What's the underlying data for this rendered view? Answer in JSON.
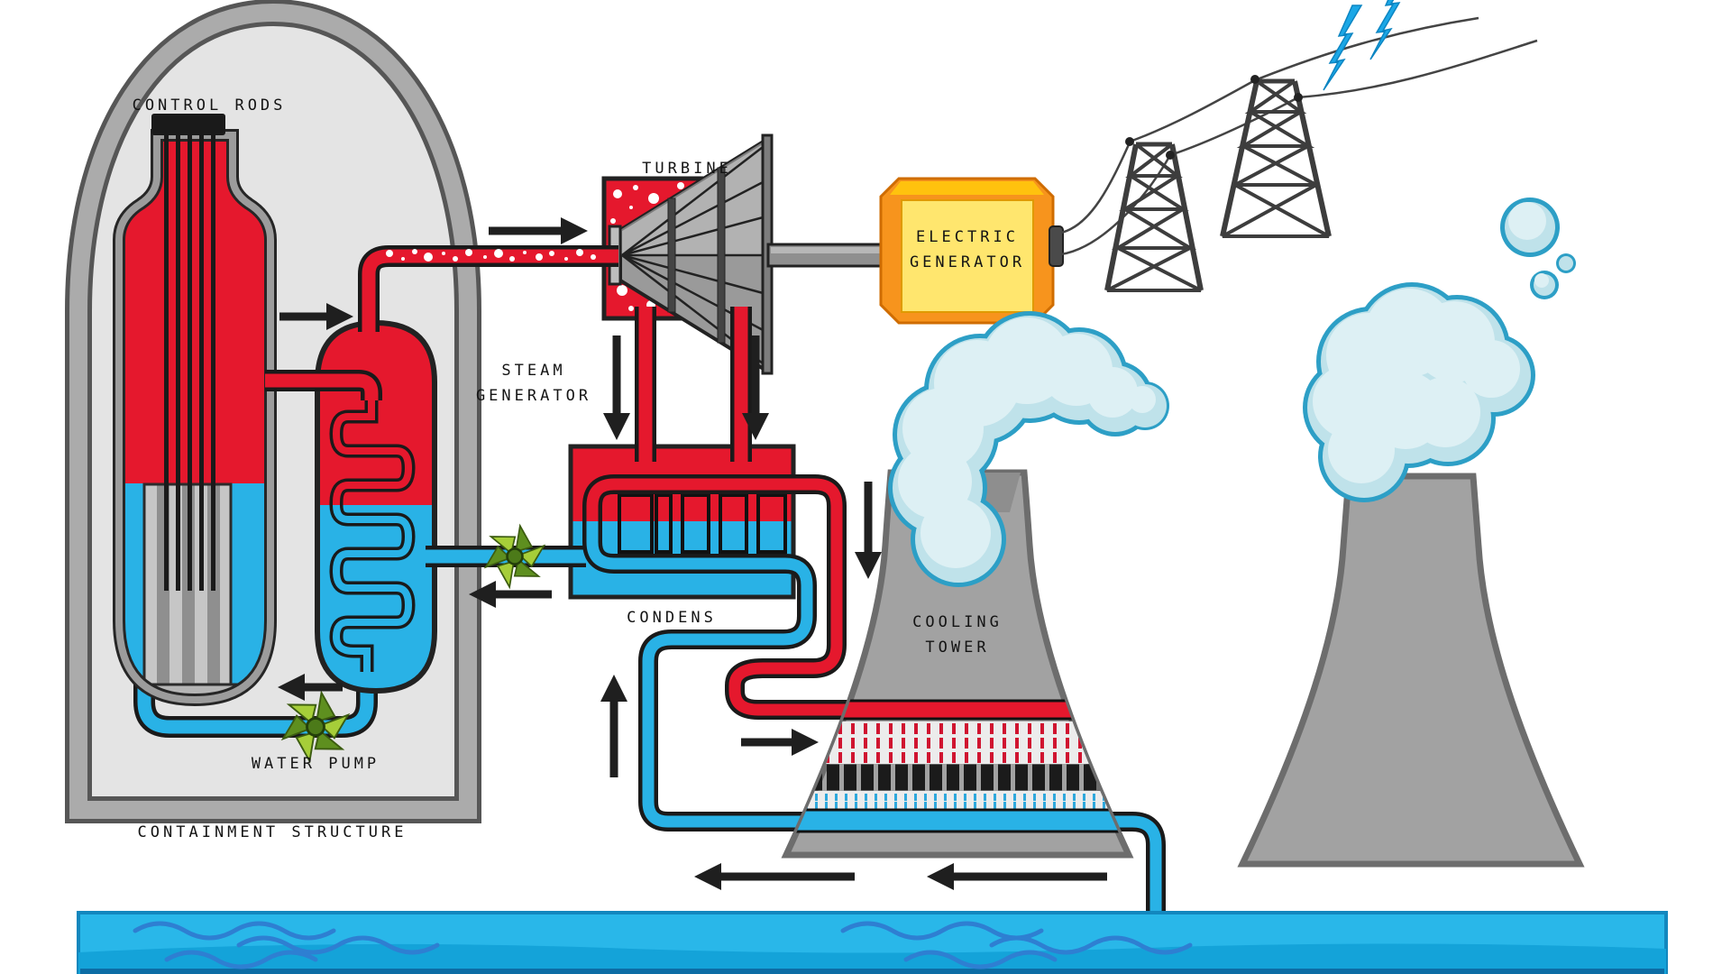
{
  "labels": {
    "control_rods": "CONTROL RODS",
    "turbine": "TURBINE",
    "electric_generator_1": "ELECTRIC",
    "electric_generator_2": "GENERATOR",
    "steam_generator_1": "STEAM",
    "steam_generator_2": "GENERATOR",
    "condenser": "CONDENS",
    "cooling_tower_1": "COOLING",
    "cooling_tower_2": "TOWER",
    "water_pump": "WATER PUMP",
    "containment_structure": "CONTAINMENT STRUCTURE"
  },
  "colors": {
    "hot_red": "#e5182d",
    "cold_blue": "#29b2e6",
    "outline_black": "#1a1a1a",
    "containment_wall_gray": "#ababab",
    "containment_fill": "#e4e4e4",
    "tower_gray": "#a2a2a2",
    "generator_orange": "#f7941d",
    "generator_amber": "#ffc20e",
    "generator_yellow": "#ffe66e",
    "pump_green": "#a6ce39",
    "cloud_fill": "#bfe2ea",
    "cloud_rim": "#2d9fc6",
    "water_blue": "#29b7e9",
    "wave_blue": "#2e7fd2",
    "lightning_blue": "#1ba7e6"
  },
  "icons": {
    "water_pump_icon": "pinwheel-impeller",
    "lightning_icon": "lightning-bolt",
    "steam_cloud_icon": "cloud-puffs",
    "flow_arrow_icon": "black-flow-arrow"
  }
}
